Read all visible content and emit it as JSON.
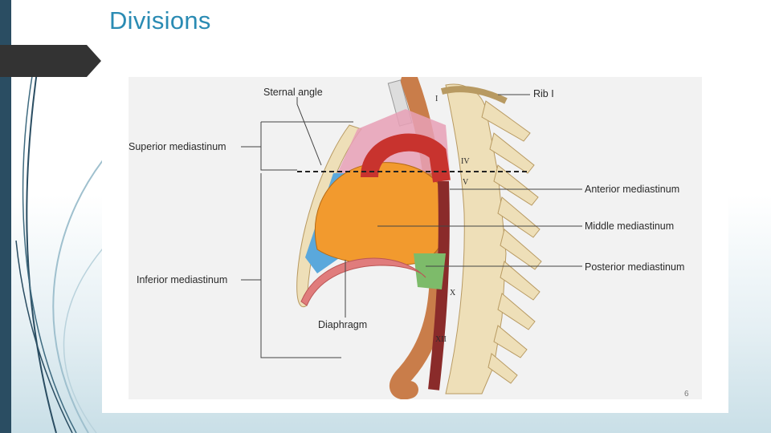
{
  "slide": {
    "title": "Divisions"
  },
  "figure": {
    "labels": {
      "sternal_angle": "Sternal angle",
      "rib_one": "Rib I",
      "superior_mediastinum": "Superior mediastinum",
      "anterior_mediastinum": "Anterior mediastinum",
      "middle_mediastinum": "Middle mediastinum",
      "posterior_mediastinum": "Posterior mediastinum",
      "inferior_mediastinum": "Inferior mediastinum",
      "diaphragm": "Diaphragm"
    },
    "vertebra_labels": {
      "i": "I",
      "iv": "IV",
      "v": "V",
      "x": "X",
      "xii": "XII"
    },
    "page_number": "6"
  },
  "colors": {
    "accent_title": "#2a8bb3",
    "sidebar": "#2a4d62",
    "heart_orange": "#f29a2e",
    "anterior_blue": "#5aa8dc",
    "aorta_red": "#c8332e",
    "bone": "#eedfb8",
    "posterior_green": "#7dbb6a"
  }
}
